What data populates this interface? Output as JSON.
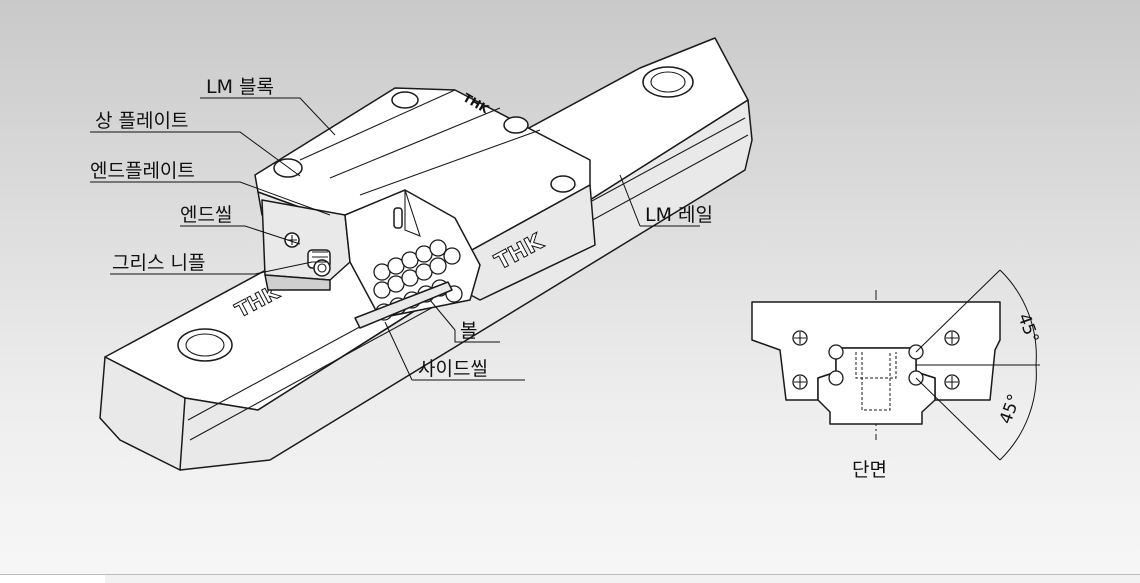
{
  "labels": {
    "lm_block": "LM 블록",
    "top_plate": "상 플레이트",
    "end_plate": "엔드플레이트",
    "end_seal": "엔드씰",
    "grease_nipple": "그리스 니플",
    "lm_rail": "LM 레일",
    "ball": "볼",
    "side_seal": "사이드씰",
    "cross_section": "단면"
  },
  "brand": {
    "logo_text": "THK"
  },
  "angles": {
    "upper": "45°",
    "lower": "45°"
  },
  "colors": {
    "background_top": "#c9c9c9",
    "background_bottom": "#f7f7f7",
    "line": "#1a1a1a"
  }
}
